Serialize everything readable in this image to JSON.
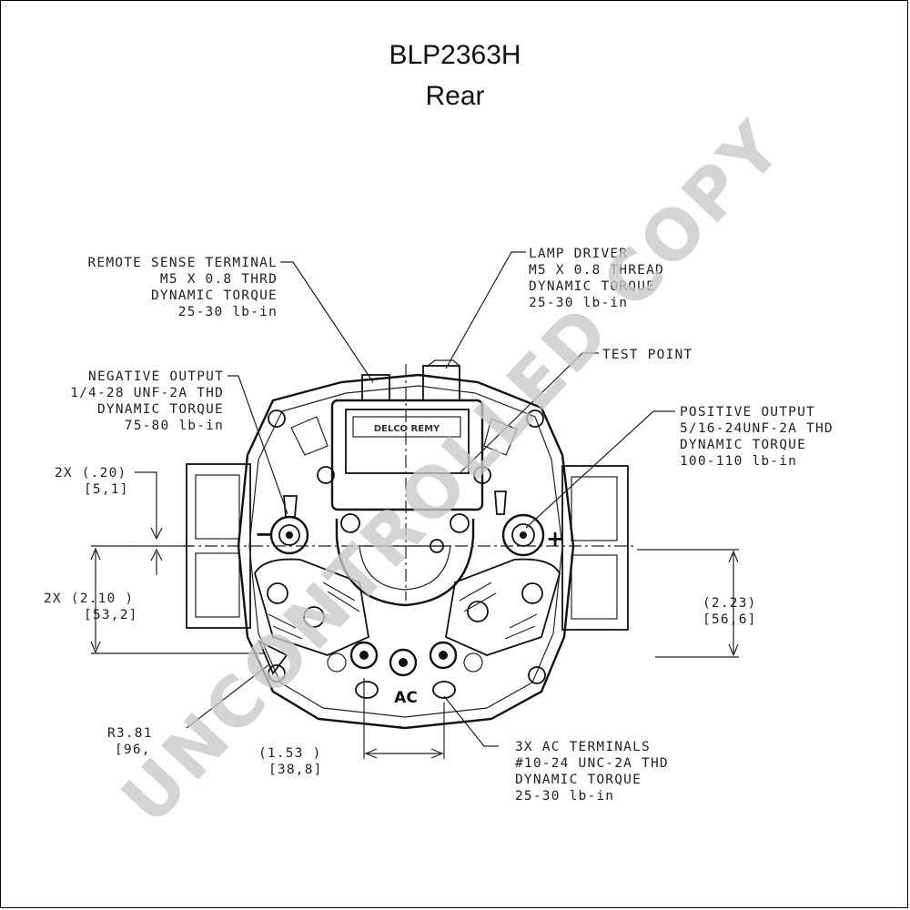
{
  "header": {
    "part_number": "BLP2363H",
    "view": "Rear"
  },
  "callouts": {
    "remote_sense": [
      "REMOTE SENSE TERMINAL",
      "M5  X 0.8 THRD",
      "DYNAMIC TORQUE",
      "25-30 lb-in"
    ],
    "lamp_driver": [
      "LAMP DRIVER",
      "M5 X 0.8 THREAD",
      "DYNAMIC TORQUE",
      "25-30 lb-in"
    ],
    "test_point": [
      "TEST POINT"
    ],
    "negative_output": [
      "NEGATIVE OUTPUT",
      "1/4-28 UNF-2A THD",
      "DYNAMIC TORQUE",
      "75-80 lb-in"
    ],
    "positive_output": [
      "POSITIVE OUTPUT",
      "5/16-24UNF-2A THD",
      "DYNAMIC TORQUE",
      "100-110 lb-in"
    ],
    "ac_terminals": [
      "3X AC TERMINALS",
      "#10-24 UNC-2A THD",
      "DYNAMIC TORQUE",
      "25-30 lb-in"
    ]
  },
  "dimensions": {
    "d1": [
      "2X (.20)",
      "[5,1]"
    ],
    "d2": [
      "2X (2.10 )",
      "[53,2]"
    ],
    "d3": [
      "(2.23)",
      "[56,6]"
    ],
    "d4": [
      "R3.81",
      "[96,"
    ],
    "d5": [
      "(1.53 )",
      "[38,8]"
    ]
  },
  "markings": {
    "minus": "−",
    "plus": "+",
    "ac": "AC",
    "regulator_brand": "DELCO REMY"
  },
  "watermark": "UNCONTROLLED COPY"
}
